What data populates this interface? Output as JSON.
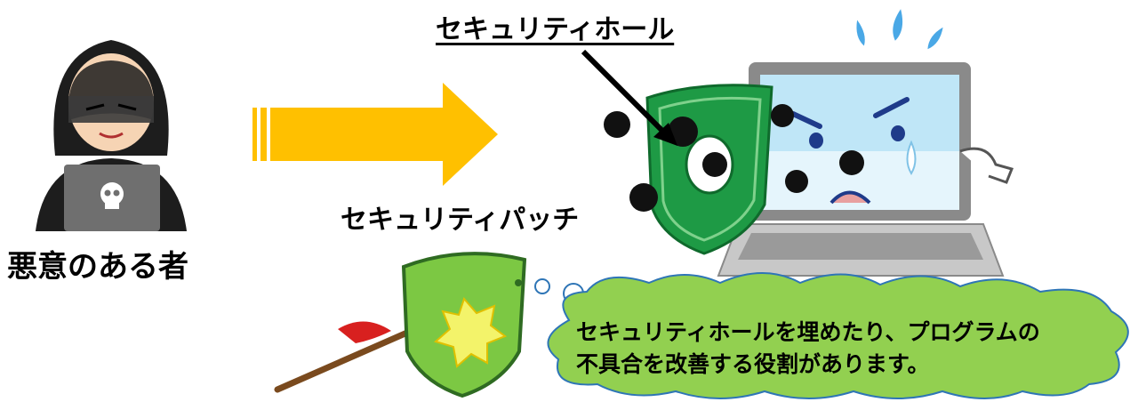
{
  "hacker": {
    "caption": "悪意のある者",
    "icon": "skull-icon"
  },
  "security_hole": {
    "label": "セキュリティホール"
  },
  "security_patch": {
    "label": "セキュリティパッチ"
  },
  "speech_bubble": {
    "line1": "セキュリティホールを埋めたり、プログラムの",
    "line2": "不具合を改善する役割があります。"
  },
  "colors": {
    "arrow": "#FFC000",
    "shield_green": "#1E9A45",
    "patch_shield_green": "#7CC843",
    "bubble_fill": "#92D050",
    "bubble_stroke": "#2E75B6",
    "laptop_screen": "#BFE6F7"
  }
}
